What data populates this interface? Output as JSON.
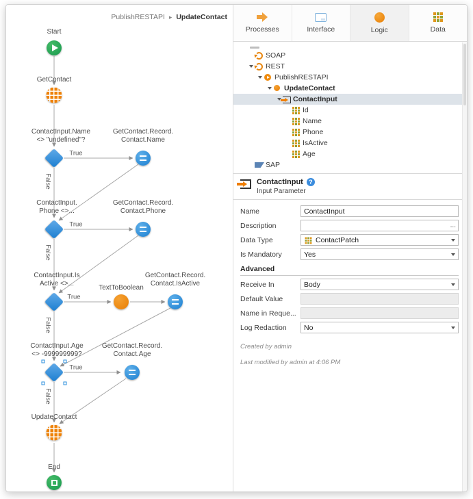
{
  "colors": {
    "accent_orange": "#EE8208",
    "node_blue": "#2B8FDD",
    "node_green": "#27A75C",
    "wire_gray": "#A8A8A8",
    "selection_bg": "#DDE3E9"
  },
  "breadcrumb": {
    "parent": "PublishRESTAPI",
    "separator": "▸",
    "current": "UpdateContact"
  },
  "tabs": [
    {
      "label": "Processes",
      "icon": "processes-icon"
    },
    {
      "label": "Interface",
      "icon": "interface-icon"
    },
    {
      "label": "Logic",
      "icon": "logic-icon",
      "selected": true
    },
    {
      "label": "Data",
      "icon": "data-icon"
    }
  ],
  "tree": {
    "items": [
      {
        "label": "SOAP",
        "icon": "soap-service-icon"
      },
      {
        "label": "REST",
        "icon": "rest-service-icon",
        "expanded": true
      },
      {
        "label": "PublishRESTAPI",
        "icon": "rest-api-icon",
        "expanded": true
      },
      {
        "label": "UpdateContact",
        "icon": "rest-method-icon",
        "expanded": true,
        "bold": true
      },
      {
        "label": "ContactInput",
        "icon": "input-parameter-icon",
        "expanded": true,
        "bold": true,
        "selected": true
      },
      {
        "label": "Id",
        "icon": "attribute-icon"
      },
      {
        "label": "Name",
        "icon": "attribute-icon"
      },
      {
        "label": "Phone",
        "icon": "attribute-icon"
      },
      {
        "label": "IsActive",
        "icon": "attribute-icon"
      },
      {
        "label": "Age",
        "icon": "attribute-icon"
      },
      {
        "label": "SAP",
        "icon": "sap-icon"
      }
    ]
  },
  "properties": {
    "title": "ContactInput",
    "help_glyph": "?",
    "subtitle": "Input Parameter",
    "fields": {
      "name": {
        "label": "Name",
        "value": "ContactInput"
      },
      "description": {
        "label": "Description",
        "value": "",
        "more_glyph": "..."
      },
      "data_type": {
        "label": "Data Type",
        "value": "ContactPatch"
      },
      "is_mandatory": {
        "label": "Is Mandatory",
        "value": "Yes"
      },
      "advanced": {
        "label": "Advanced"
      },
      "receive_in": {
        "label": "Receive In",
        "value": "Body"
      },
      "default_value": {
        "label": "Default Value",
        "value": ""
      },
      "name_in_request": {
        "label": "Name in Reque...",
        "value": ""
      },
      "log_redaction": {
        "label": "Log Redaction",
        "value": "No"
      }
    },
    "footer": {
      "created": "Created by admin",
      "modified": "Last modified by admin at 4:06 PM"
    }
  },
  "flow": {
    "true_label": "True",
    "false_label": "False",
    "nodes": {
      "start": {
        "label": "Start"
      },
      "get_contact": {
        "label": "GetContact"
      },
      "if_name": {
        "line1": "ContactInput.Name",
        "line2": "<> \"undefined\"?"
      },
      "assign_name": {
        "line1": "GetContact.Record.",
        "line2": "Contact.Name"
      },
      "if_phone": {
        "line1": "ContactInput.",
        "line2": "Phone <>..."
      },
      "assign_phone": {
        "line1": "GetContact.Record.",
        "line2": "Contact.Phone"
      },
      "if_isactive": {
        "line1": "ContactInput.Is",
        "line2": "Active <>..."
      },
      "text_to_boolean": {
        "label": "TextToBoolean"
      },
      "assign_isactive": {
        "line1": "GetContact.Record.",
        "line2": "Contact.IsActive"
      },
      "if_age": {
        "line1": "ContactInput.Age",
        "line2": "<> -999999999?"
      },
      "assign_age": {
        "line1": "GetContact.Record.",
        "line2": "Contact.Age"
      },
      "update_contact": {
        "label": "UpdateContact"
      },
      "end": {
        "label": "End"
      }
    }
  }
}
